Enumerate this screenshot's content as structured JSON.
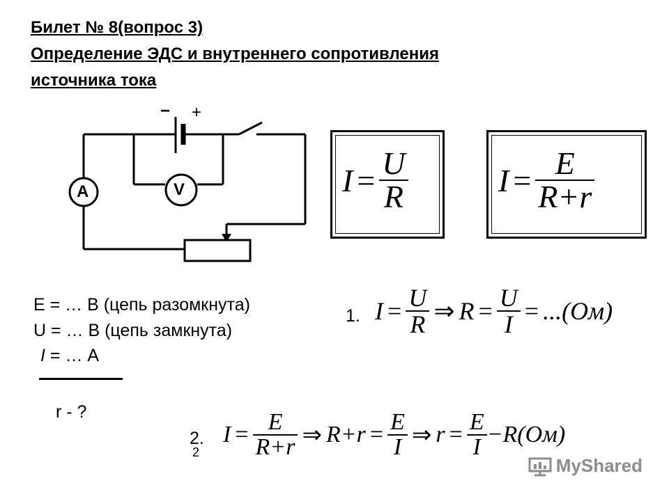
{
  "header": {
    "ticket": "Билет № 8(вопрос 3)",
    "title_line1": "Определение ЭДС и внутреннего сопротивления",
    "title_line2": "источника тока"
  },
  "circuit": {
    "minus": "−",
    "plus": "+",
    "ammeter": "A",
    "voltmeter": "V"
  },
  "boxes": {
    "ohm_I": "I",
    "ohm_eq": "=",
    "ohm_num": "U",
    "ohm_den": "R",
    "full_I": "I",
    "full_eq": "=",
    "full_num": "E",
    "full_den": "R+r"
  },
  "given": {
    "line1": "E = … В (цепь разомкнута)",
    "line2": "U = … В (цепь замкнута)",
    "line3_var": "I",
    "line3_rest": " = … А",
    "unknown": "r - ?"
  },
  "step1": {
    "number": "1.",
    "lhs": "I",
    "eq1": "=",
    "f1_num": "U",
    "f1_den": "R",
    "arrow": "⇒",
    "r": "R",
    "eq2": "=",
    "f2_num": "U",
    "f2_den": "I",
    "eq3": "=",
    "result": "...(Ом)"
  },
  "step2": {
    "number": "2.",
    "number_small": "2",
    "lhs": "I",
    "eq1": "=",
    "f1_num": "E",
    "f1_den": "R+r",
    "arrow1": "⇒",
    "mid": "R+r",
    "eq2": "=",
    "f2_num": "E",
    "f2_den": "I",
    "arrow2": "⇒",
    "r": "r",
    "eq3": "=",
    "f3_num": "E",
    "f3_den": "I",
    "tail": "−R(Ом)"
  },
  "watermark": {
    "text": "MyShared"
  }
}
